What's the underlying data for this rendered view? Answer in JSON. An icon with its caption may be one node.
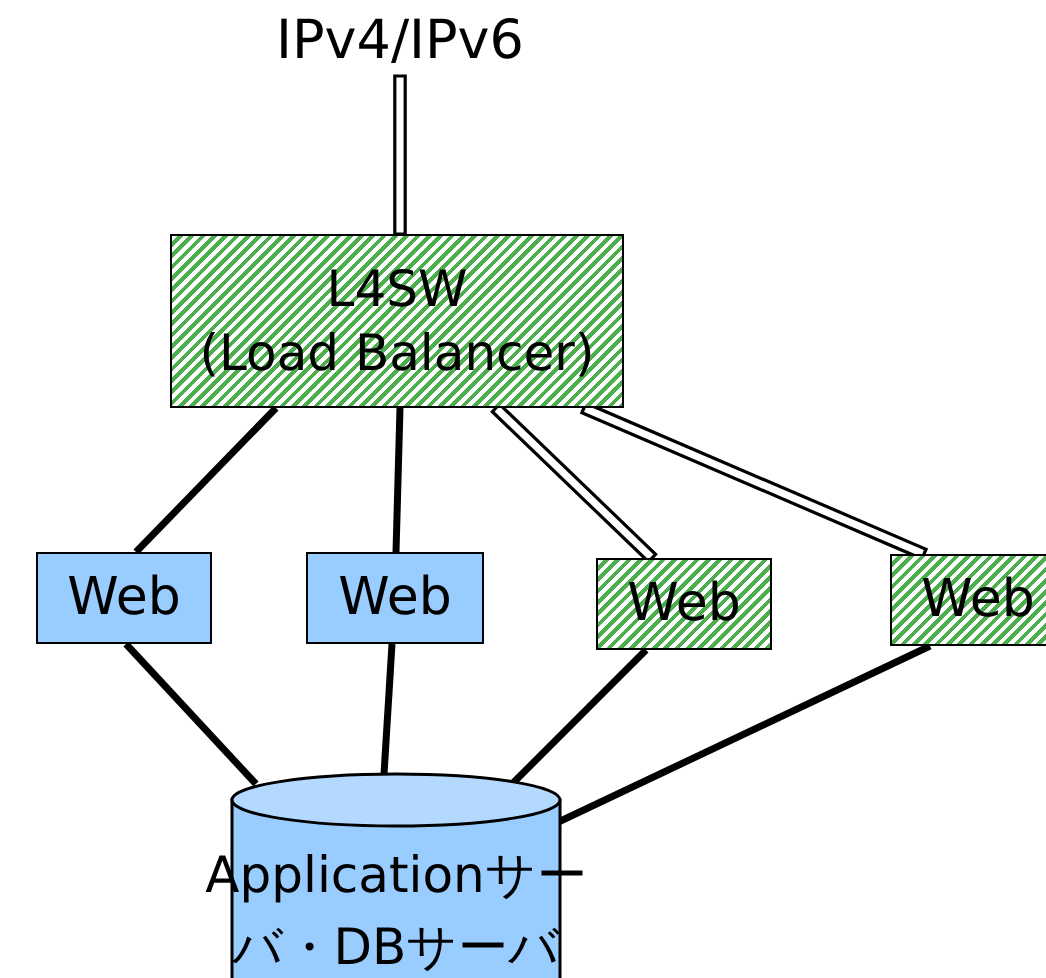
{
  "diagram": {
    "nodes": [
      {
        "text": [
          "IPv4/IPv6"
        ]
      },
      {
        "text": [
          "L4SW (Load Balancer)"
        ]
      },
      {
        "text": [
          "Web"
        ]
      },
      {
        "text": [
          "Web"
        ]
      },
      {
        "text": [
          "Web"
        ]
      },
      {
        "text": [
          "Web"
        ]
      },
      {
        "text": [
          "Applicationサーバ・DBサーバ"
        ]
      }
    ],
    "edges": [
      {
        "from": 0,
        "to": 1,
        "arrow": "none",
        "style": "thick"
      },
      {
        "from": 1,
        "to": 2,
        "arrow": "none"
      },
      {
        "from": 1,
        "to": 3,
        "arrow": "none"
      },
      {
        "from": 1,
        "to": 4,
        "arrow": "none",
        "style": "thick"
      },
      {
        "from": 1,
        "to": 5,
        "arrow": "none",
        "style": "thick"
      },
      {
        "from": 2,
        "to": 6,
        "arrow": "none"
      },
      {
        "from": 3,
        "to": 6,
        "arrow": "none"
      },
      {
        "from": 4,
        "to": 6,
        "arrow": "none"
      },
      {
        "from": 5,
        "to": 6,
        "arrow": "none"
      }
    ]
  }
}
